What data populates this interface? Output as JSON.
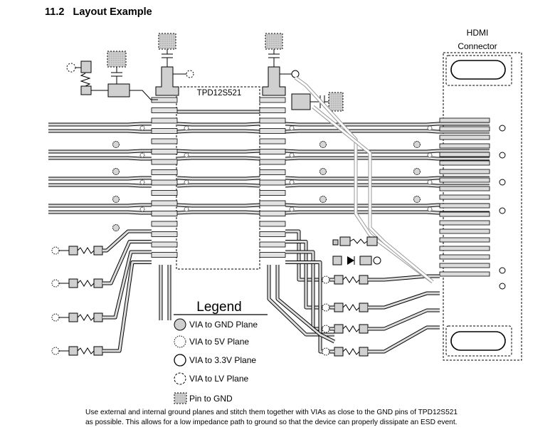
{
  "section": {
    "number": "11.2",
    "title": "Layout Example"
  },
  "ic": {
    "label": "TPD12S521"
  },
  "connector": {
    "line1": "HDMI",
    "line2": "Connector"
  },
  "legend": {
    "title": "Legend",
    "items": [
      {
        "label": "VIA to GND Plane",
        "icon": "gnd-via-icon"
      },
      {
        "label": "VIA to 5V Plane",
        "icon": "5v-via-icon"
      },
      {
        "label": "VIA to 3.3V Plane",
        "icon": "3v3-via-icon"
      },
      {
        "label": "VIA to LV Plane",
        "icon": "lv-via-icon"
      },
      {
        "label": "Pin to GND",
        "icon": "gnd-pin-icon"
      }
    ]
  },
  "caption": {
    "line1": "Use external and internal ground planes and stitch them together with VIAs as close to the GND pins of TPD12S521",
    "line2": "as possible. This allows for a low impedance path to ground so that the device can properly dissipate an ESD event."
  },
  "colors": {
    "trace": "#d9d9d9",
    "outline": "#000000",
    "gnd_fill": "#c8c8c8"
  }
}
